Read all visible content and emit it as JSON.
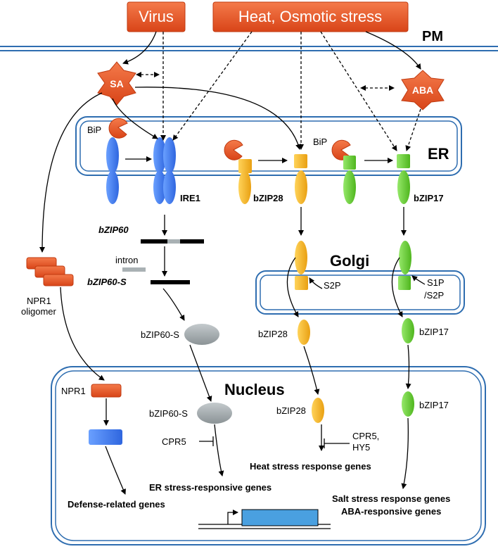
{
  "stimuli": {
    "virus": "Virus",
    "heat_osmotic": "Heat, Osmotic stress"
  },
  "compartments": {
    "pm": "PM",
    "er": "ER",
    "golgi": "Golgi",
    "nucleus": "Nucleus"
  },
  "hormones": {
    "sa": "SA",
    "aba": "ABA"
  },
  "chaperone": {
    "bip_1": "BiP",
    "bip_2": "BiP"
  },
  "sensors": {
    "ire1": "IRE1",
    "bzip28": "bZIP28",
    "bzip17": "bZIP17"
  },
  "splicing": {
    "bzip60_gene": "bZIP60",
    "intron": "intron",
    "bzip60s_gene": "bZIP60-S"
  },
  "proteins": {
    "bzip60s_cyto": "bZIP60-S",
    "bzip60s_nuc": "bZIP60-S",
    "bzip28_cyto": "bZIP28",
    "bzip28_nuc": "bZIP28",
    "bzip17_cyto": "bZIP17",
    "bzip17_nuc": "bZIP17",
    "npr1_oligomer": "NPR1\noligomer",
    "npr1": "NPR1"
  },
  "proteases": {
    "s2p": "S2P",
    "s1p_s2p": "S1P\n/S2P"
  },
  "regulators": {
    "cpr5": "CPR5",
    "cpr5_hy5": "CPR5,\nHY5"
  },
  "outputs": {
    "defense": "Defense-related genes",
    "er_stress": "ER stress-responsive genes",
    "heat_stress": "Heat stress response genes",
    "salt_stress": "Salt stress response genes",
    "aba_responsive": "ABA-responsive genes"
  },
  "colors": {
    "stimulus": "#e8582a",
    "membrane": "#2e6db0",
    "ire1": "#3d7ef0",
    "bzip28": "#f5b321",
    "bzip17": "#66cc2e",
    "bzip60s": "#a0a8ad",
    "npr1_active": "#3d6ff0"
  }
}
